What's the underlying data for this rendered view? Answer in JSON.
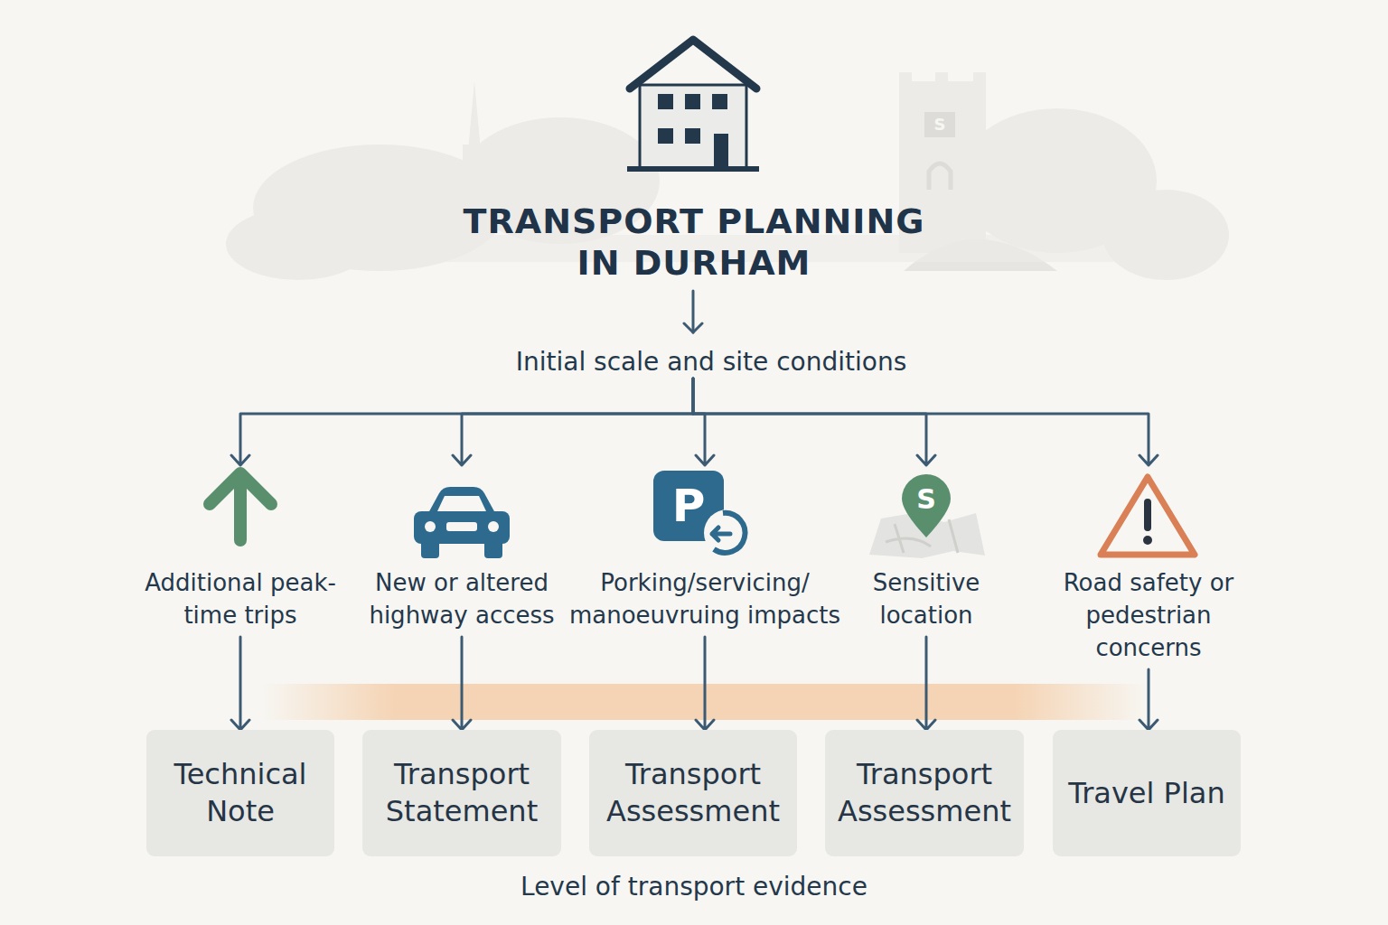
{
  "diagram": {
    "title": "TRANSPORT PLANNING IN DURHAM",
    "caption": "Level of transport evidence",
    "nodes": [
      {
        "text": [
          "Initial scale and site conditions"
        ]
      },
      {
        "text": [
          "Additional peak-time trips"
        ]
      },
      {
        "text": [
          "New or altered highway access"
        ]
      },
      {
        "text": [
          "Porking/servicing/ manoeuvruing impacts"
        ]
      },
      {
        "text": [
          "Sensitive location"
        ]
      },
      {
        "text": [
          "Road safety or pedestrian concerns"
        ]
      },
      {
        "text": [
          "Technical Note"
        ]
      },
      {
        "text": [
          "Transport Statement"
        ]
      },
      {
        "text": [
          "Transport Assessment"
        ]
      },
      {
        "text": [
          "Transport Assessment"
        ]
      },
      {
        "text": [
          "Travel Plan"
        ]
      }
    ],
    "edges": [
      {
        "from": 0,
        "to": 1,
        "arrow": "to"
      },
      {
        "from": 0,
        "to": 2,
        "arrow": "to"
      },
      {
        "from": 0,
        "to": 3,
        "arrow": "to"
      },
      {
        "from": 0,
        "to": 4,
        "arrow": "to"
      },
      {
        "from": 0,
        "to": 5,
        "arrow": "to"
      },
      {
        "from": 1,
        "to": 6,
        "arrow": "to"
      },
      {
        "from": 2,
        "to": 7,
        "arrow": "to"
      },
      {
        "from": 3,
        "to": 8,
        "arrow": "to"
      },
      {
        "from": 4,
        "to": 9,
        "arrow": "to"
      },
      {
        "from": 5,
        "to": 10,
        "arrow": "to"
      }
    ],
    "labels": [
      "S",
      "P",
      "S"
    ]
  }
}
